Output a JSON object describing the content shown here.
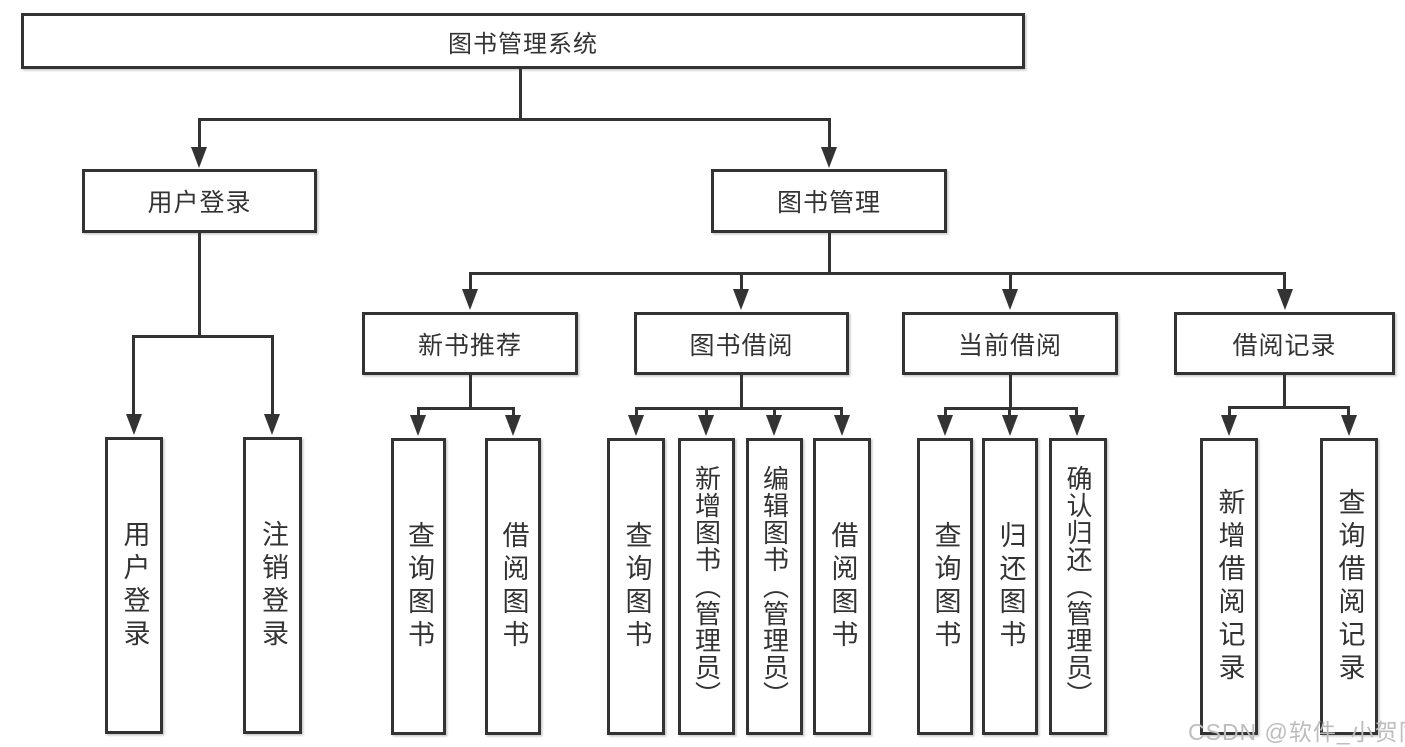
{
  "tree": {
    "root": "图书管理系统",
    "branches": [
      {
        "label": "用户登录",
        "children": [
          {
            "label": "用户登录"
          },
          {
            "label": "注销登录"
          }
        ]
      },
      {
        "label": "图书管理",
        "children": [
          {
            "label": "新书推荐",
            "children": [
              {
                "label": "查询图书"
              },
              {
                "label": "借阅图书"
              }
            ]
          },
          {
            "label": "图书借阅",
            "children": [
              {
                "label": "查询图书"
              },
              {
                "label": "新增图书（管理员）"
              },
              {
                "label": "编辑图书（管理员）"
              },
              {
                "label": "借阅图书"
              }
            ]
          },
          {
            "label": "当前借阅",
            "children": [
              {
                "label": "查询图书"
              },
              {
                "label": "归还图书"
              },
              {
                "label": "确认归还（管理员）"
              }
            ]
          },
          {
            "label": "借阅记录",
            "children": [
              {
                "label": "新增借阅记录"
              },
              {
                "label": "查询借阅记录"
              }
            ]
          }
        ]
      }
    ]
  },
  "watermark": {
    "text": "CSDN @软件_小贺同学"
  },
  "colors": {
    "line": "#333333",
    "box_fill": "#ffffff",
    "text": "#333333",
    "watermark": "#bdbdbd"
  }
}
